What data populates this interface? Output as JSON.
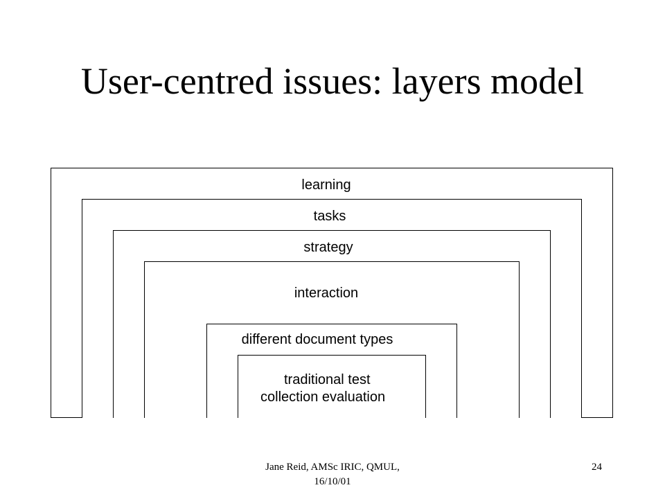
{
  "slide": {
    "title": "User-centred issues: layers model"
  },
  "layers": [
    {
      "id": "learning",
      "label": "learning"
    },
    {
      "id": "tasks",
      "label": "tasks"
    },
    {
      "id": "strategy",
      "label": "strategy"
    },
    {
      "id": "interaction",
      "label": "interaction"
    },
    {
      "id": "document-types",
      "label": "different document types"
    },
    {
      "id": "core",
      "label_line1": "traditional test",
      "label_line2": "collection evaluation"
    }
  ],
  "footer": {
    "credit_line1": "Jane Reid, AMSc IRIC, QMUL,",
    "credit_line2": "16/10/01",
    "page_number": "24"
  }
}
